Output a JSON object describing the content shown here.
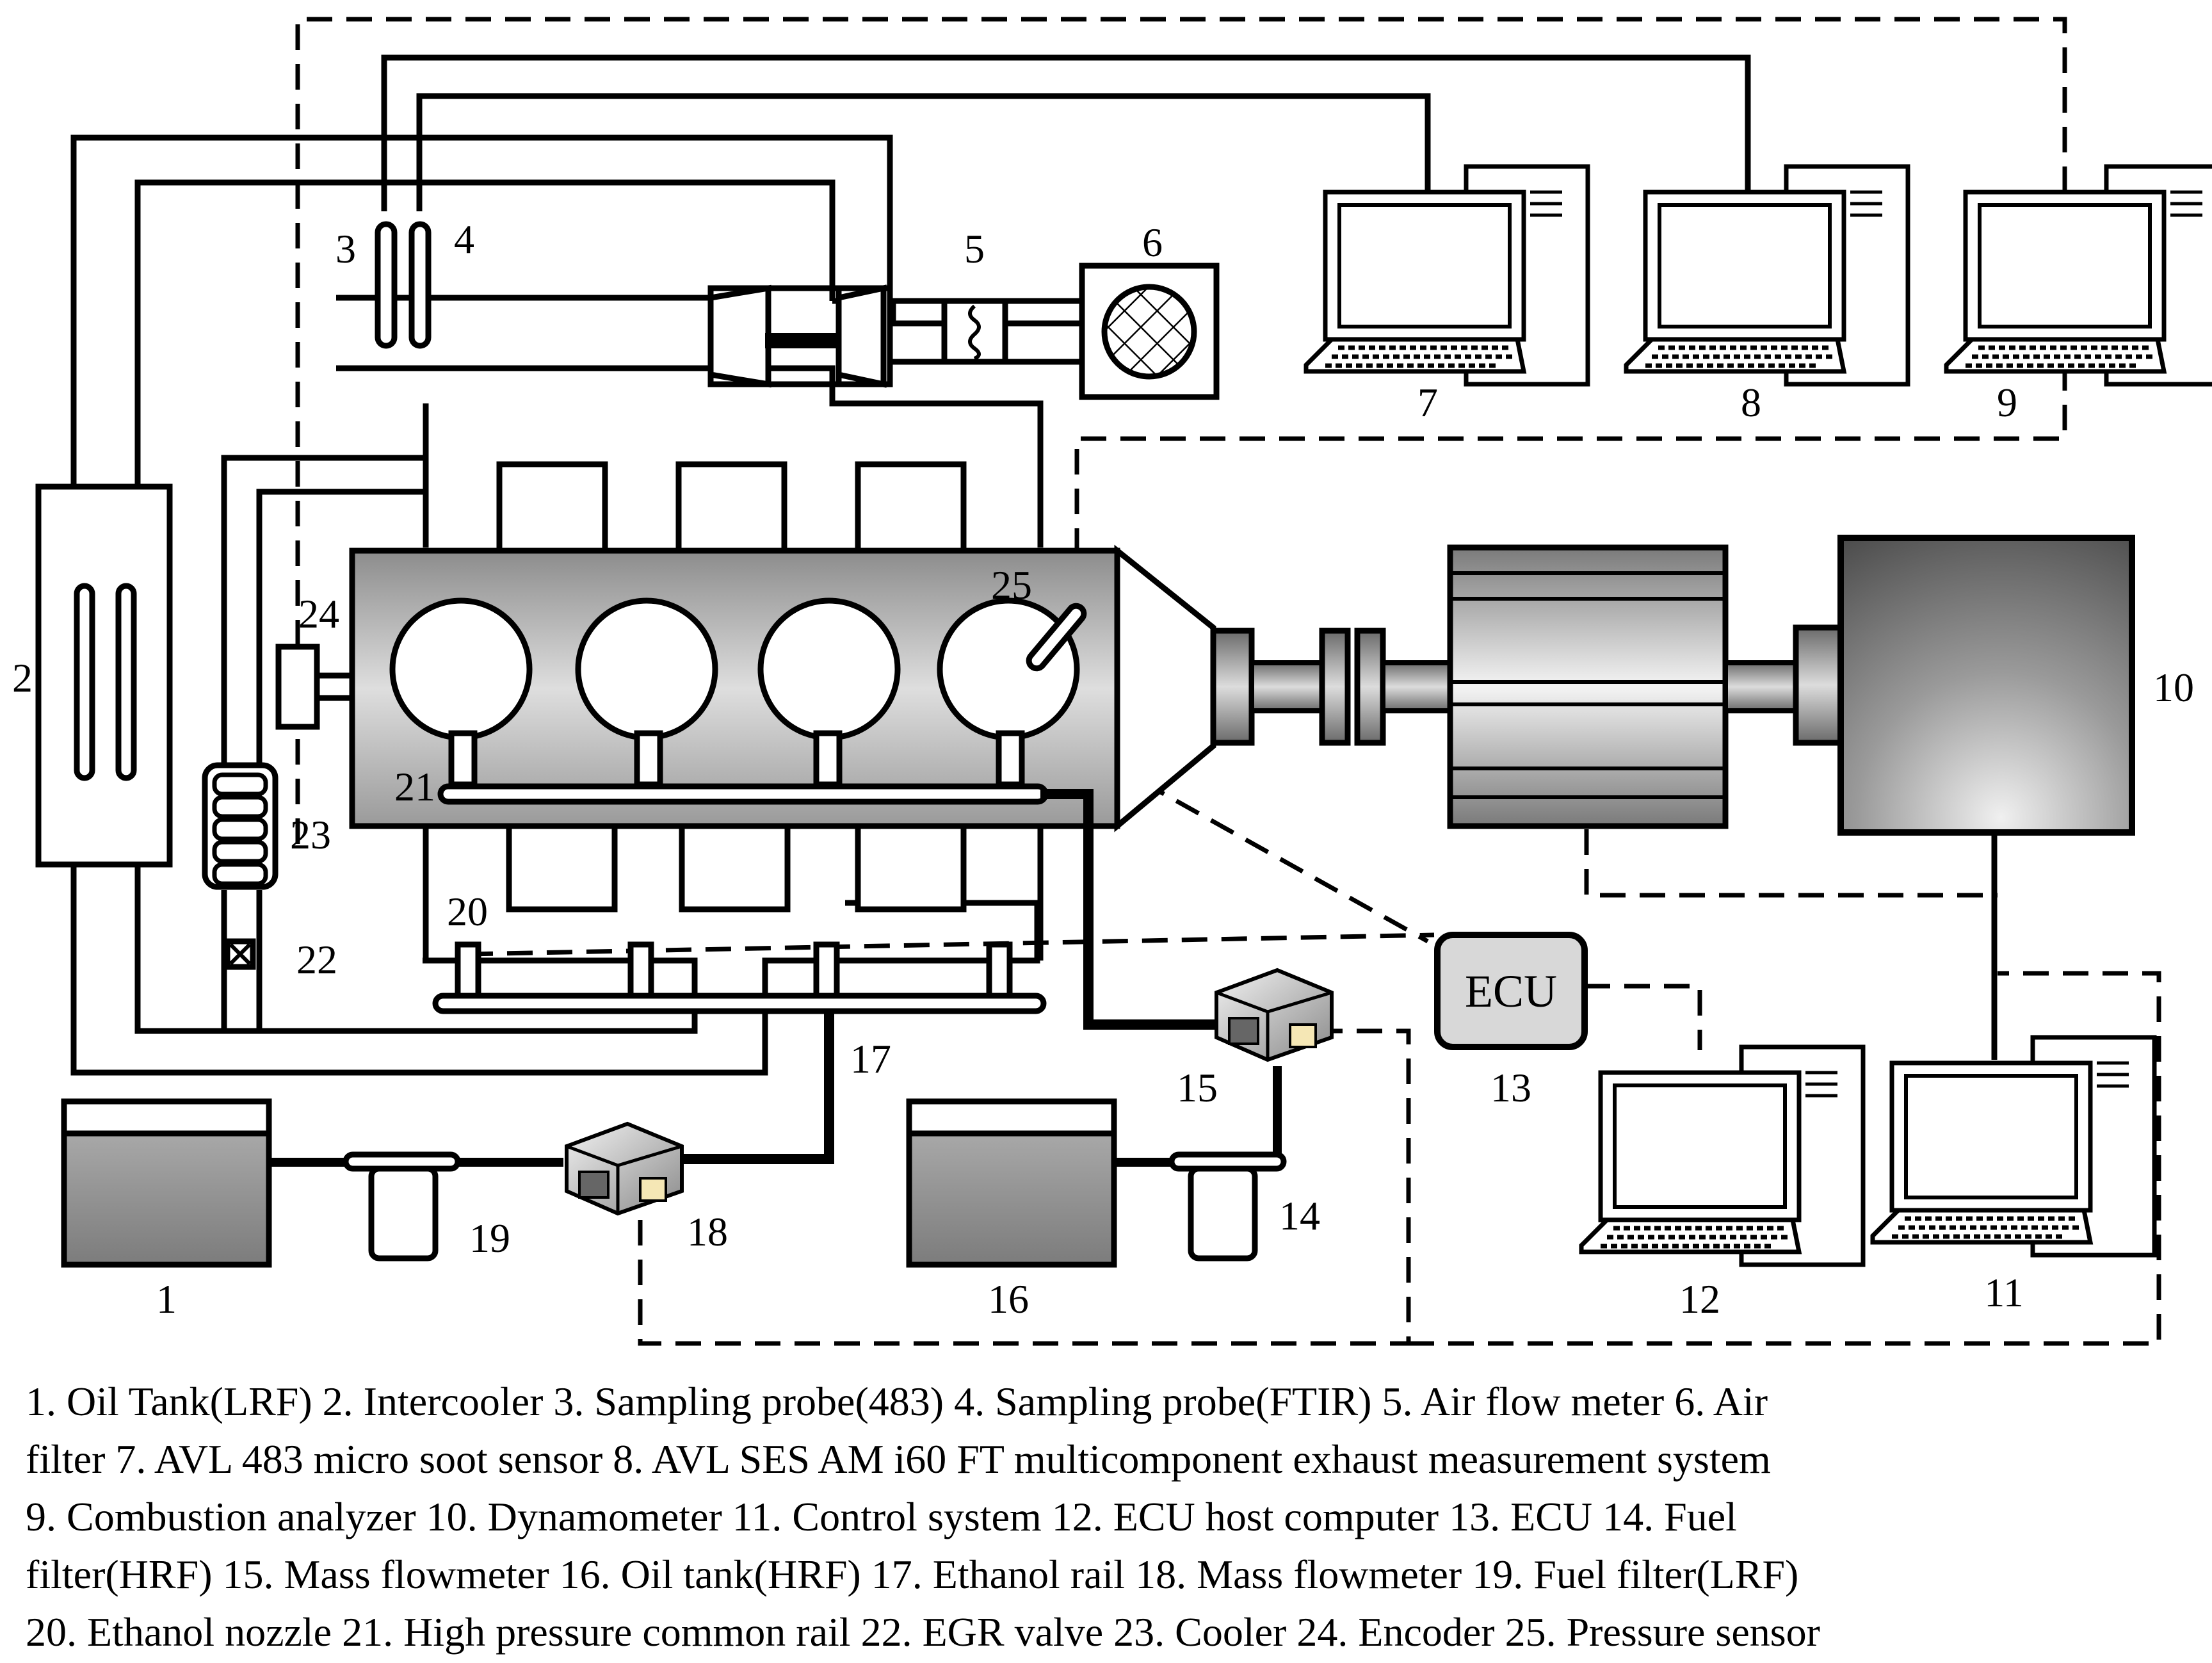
{
  "component_numbers": {
    "n1": "1",
    "n2": "2",
    "n3": "3",
    "n4": "4",
    "n5": "5",
    "n6": "6",
    "n7": "7",
    "n8": "8",
    "n9": "9",
    "n10": "10",
    "n11": "11",
    "n12": "12",
    "n13": "13",
    "n14": "14",
    "n15": "15",
    "n16": "16",
    "n17": "17",
    "n18": "18",
    "n19": "19",
    "n20": "20",
    "n21": "21",
    "n22": "22",
    "n23": "23",
    "n24": "24",
    "n25": "25"
  },
  "ecu_label": "ECU",
  "caption": {
    "line1": "1. Oil Tank(LRF) 2. Intercooler 3. Sampling probe(483) 4. Sampling probe(FTIR)  5. Air flow meter 6. Air",
    "line2": "filter 7. AVL 483 micro soot sensor  8. AVL SES AM i60 FT multicomponent exhaust measurement system",
    "line3": "9. Combustion analyzer 10. Dynamometer  11. Control system 12. ECU host computer 13. ECU  14. Fuel",
    "line4": "filter(HRF) 15. Mass flowmeter 16. Oil tank(HRF) 17. Ethanol rail 18. Mass flowmeter 19. Fuel filter(LRF)",
    "line5": "20. Ethanol nozzle 21. High pressure common rail 22. EGR valve 23. Cooler 24. Encoder 25. Pressure sensor"
  },
  "colors": {
    "line": "#000000",
    "tank_fill": "#8a8a8a",
    "dyno_dark": "#4a4a4a",
    "dyno_light": "#f0f0f0"
  }
}
